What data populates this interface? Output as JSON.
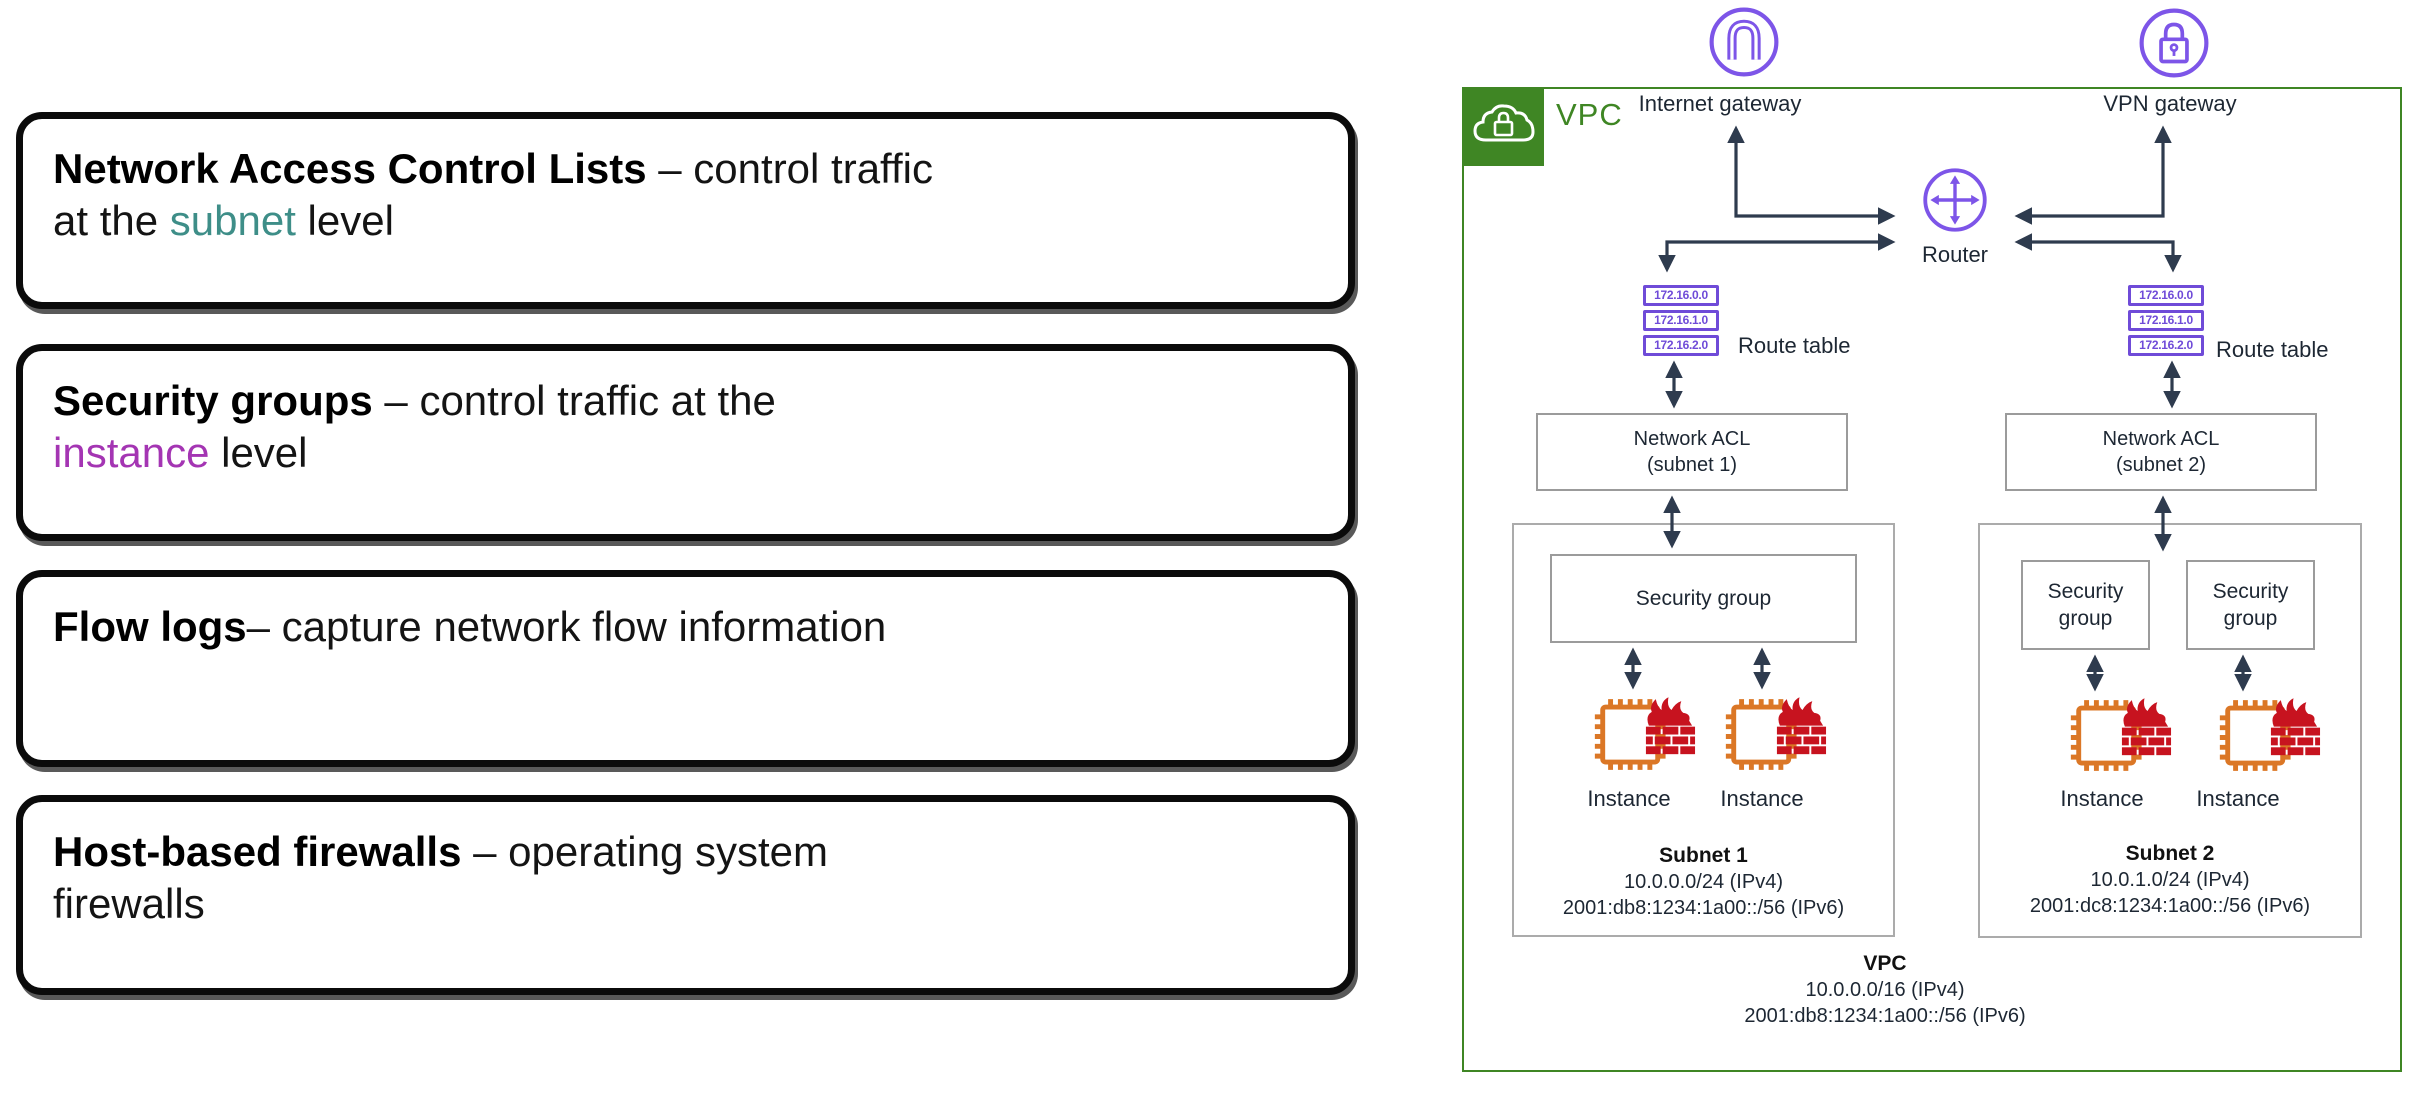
{
  "panel": {
    "cards": [
      {
        "bold": "Network Access Control Lists",
        "line1": " – control traffic",
        "line2_pre": "at the ",
        "highlight": "subnet",
        "highlight_class": "hl teal",
        "line2_post": " level"
      },
      {
        "bold": "Security groups",
        "line1": " – control traffic at the",
        "line2_pre": "",
        "highlight": "instance",
        "highlight_class": "hl purple",
        "line2_post": " level"
      },
      {
        "bold": "Flow logs",
        "line1": "– capture network flow information",
        "line2_pre": "",
        "highlight": "",
        "highlight_class": "hl",
        "line2_post": ""
      },
      {
        "bold": "Host-based firewalls",
        "line1": " – operating system",
        "line2_pre": "firewalls",
        "highlight": "",
        "highlight_class": "hl",
        "line2_post": ""
      }
    ]
  },
  "diagram": {
    "vpc_label": "VPC",
    "igw_label": "Internet gateway",
    "vpn_label": "VPN gateway",
    "router_label": "Router",
    "route_table_label": "Route table",
    "route_entries": [
      "172.16.0.0",
      "172.16.1.0",
      "172.16.2.0"
    ],
    "acl1_line1": "Network ACL",
    "acl1_line2": "(subnet 1)",
    "acl2_line1": "Network ACL",
    "acl2_line2": "(subnet 2)",
    "security_group_label": "Security group",
    "instance_label": "Instance",
    "subnet1": {
      "title": "Subnet 1",
      "ipv4": "10.0.0.0/24 (IPv4)",
      "ipv6": "2001:db8:1234:1a00::/56 (IPv6)"
    },
    "subnet2": {
      "title": "Subnet 2",
      "ipv4": "10.0.1.0/24 (IPv4)",
      "ipv6": "2001:dc8:1234:1a00::/56 (IPv6)"
    },
    "vpc_info": {
      "title": "VPC",
      "ipv4": "10.0.0.0/16 (IPv4)",
      "ipv6": "2001:db8:1234:1a00::/56 (IPv6)"
    }
  },
  "colors": {
    "highlight_teal": "#3E8E88",
    "highlight_purple": "#A435B3",
    "vpc_green": "#3F8624",
    "icon_purple": "#7D55E8",
    "route_table_purple": "#6F4BD8",
    "arrow_dark": "#2E3B4E",
    "chip_orange": "#DB7726",
    "firewall_red": "#C7131F"
  }
}
